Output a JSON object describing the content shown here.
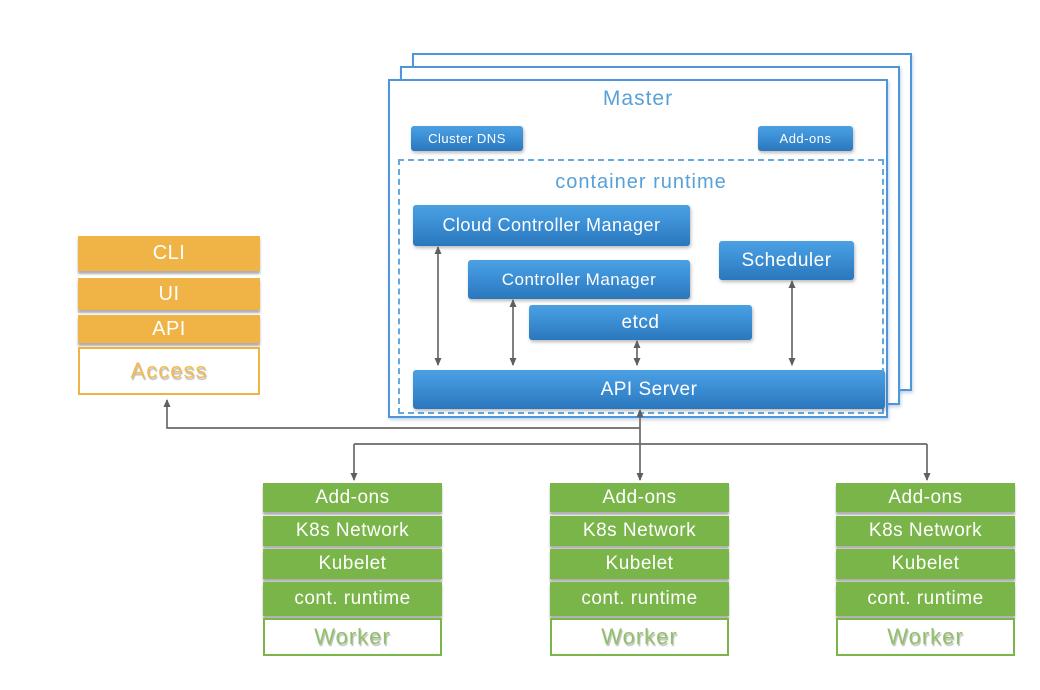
{
  "master": {
    "title": "Master",
    "cluster_dns_label": "Cluster DNS",
    "addons_label": "Add-ons",
    "container_runtime": {
      "title": "container runtime",
      "cloud_controller_manager": "Cloud Controller Manager",
      "controller_manager": "Controller Manager",
      "scheduler": "Scheduler",
      "etcd": "etcd",
      "api_server": "API Server"
    }
  },
  "access_stack": {
    "rows": [
      "CLI",
      "UI",
      "API"
    ],
    "base_label": "Access"
  },
  "workers": [
    {
      "rows": [
        "Add-ons",
        "K8s Network",
        "Kubelet",
        "cont. runtime"
      ],
      "base_label": "Worker"
    },
    {
      "rows": [
        "Add-ons",
        "K8s Network",
        "Kubelet",
        "cont. runtime"
      ],
      "base_label": "Worker"
    },
    {
      "rows": [
        "Add-ons",
        "K8s Network",
        "Kubelet",
        "cont. runtime"
      ],
      "base_label": "Worker"
    }
  ],
  "colors": {
    "blue_box_top": "#4ba0e2",
    "blue_box_bottom": "#2a77bd",
    "blue_border": "#4e95d9",
    "blue_title_text": "#58a0d8",
    "orange": "#f0b446",
    "green": "#7ab54a",
    "arrow_gray": "#666666",
    "background": "#ffffff"
  }
}
